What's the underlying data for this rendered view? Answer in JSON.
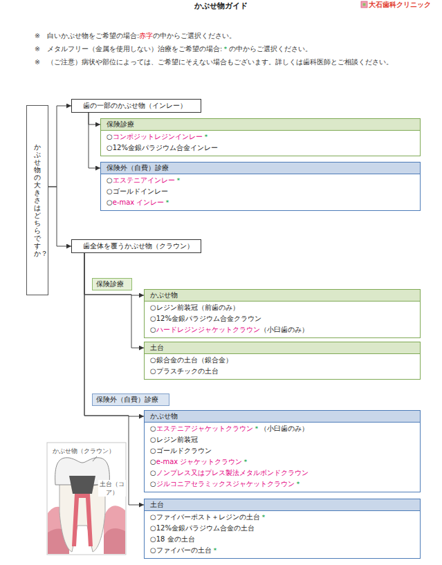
{
  "diagram": {
    "title": "かぶせ物ガイド",
    "nodes": [
      {
        "text": [
          "かぶせ物の大きさはどちらですか？"
        ]
      },
      {
        "text": [
          "歯の一部のかぶせ物（インレー）"
        ]
      },
      {
        "text": [
          "保険診療",
          "○コンポジットレジンインレー＊",
          "○12%金銀パラジウム合金インレー"
        ]
      },
      {
        "text": [
          "保険外（自費）診療",
          "○エステニアインレー＊",
          "○ゴールドインレー",
          "○e-max インレー＊"
        ]
      },
      {
        "text": [
          "歯全体を覆うかぶせ物（クラウン）"
        ]
      },
      {
        "text": [
          "保険診療"
        ]
      },
      {
        "text": [
          "かぶせ物",
          "○レジン前装冠（前歯のみ）",
          "○12%金銀パラジウム合金クラウン",
          "○ハードレジンジャケットクラウン（小臼歯のみ）"
        ]
      },
      {
        "text": [
          "土台",
          "○銀合金の土台（銀合金）",
          "○プラスチックの土台"
        ]
      },
      {
        "text": [
          "保険外（自費）診療"
        ]
      },
      {
        "text": [
          "かぶせ物",
          "○エステニアジャケットクラウン＊（小臼歯のみ）",
          "○レジン前装冠",
          "○ゴールドクラウン",
          "○e-max ジャケットクラウン＊",
          "○ノンプレス又はプレス製法メタルボンドクラウン",
          "○ジルコニアセラミックスジャケットクラウン＊"
        ]
      },
      {
        "text": [
          "土台",
          "○ファイバーポスト＋レジンの土台＊",
          "○12%金銀パラジウム合金の土台",
          "○18 金の土台",
          "○ファイバーの土台＊"
        ]
      }
    ],
    "edges": [
      {
        "from": 0,
        "to": 1,
        "arrow": "to"
      },
      {
        "from": 0,
        "to": 4,
        "arrow": "to"
      },
      {
        "from": 1,
        "to": 2,
        "arrow": "to"
      },
      {
        "from": 1,
        "to": 3,
        "arrow": "to"
      },
      {
        "from": 4,
        "to": 6,
        "arrow": "to"
      },
      {
        "from": 4,
        "to": 7,
        "arrow": "to"
      },
      {
        "from": 4,
        "to": 9,
        "arrow": "to"
      },
      {
        "from": 4,
        "to": 10,
        "arrow": "to"
      }
    ],
    "labels": [
      "※",
      "白いかぶせ物をご希望の場合:",
      "赤字",
      "の中からご選択ください。",
      "※",
      "メタルフリー（金属を使用しない）治療をご希望の場合:",
      "＊",
      "の中からご選択ください。",
      "※",
      "（ご注意）病状や部位によっては、ご希望にそえない場合もございます。詳しくは歯科医師とご相談ください。",
      "大石歯科クリニック",
      "かぶせ物（クラウン）",
      "土台（コア）"
    ]
  }
}
